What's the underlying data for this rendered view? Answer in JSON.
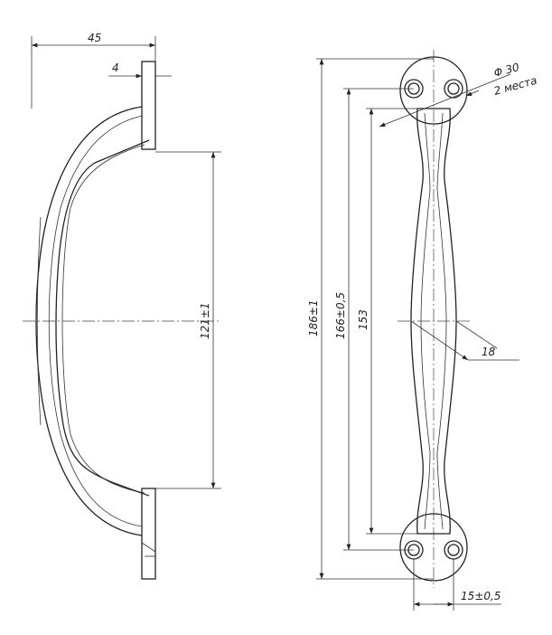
{
  "drawing": {
    "side_view": {
      "width_dim": "45",
      "plate_thickness_dim": "4",
      "grip_length_dim": "121±1"
    },
    "front_view": {
      "overall_length_dim": "186±1",
      "hole_spacing_dim": "166±0,5",
      "inner_length_dim": "153",
      "rosette_diameter_dim": "Φ 30",
      "rosette_count_note": "2 места",
      "grip_width_dim": "18",
      "hole_pitch_dim": "15±0,5"
    }
  }
}
